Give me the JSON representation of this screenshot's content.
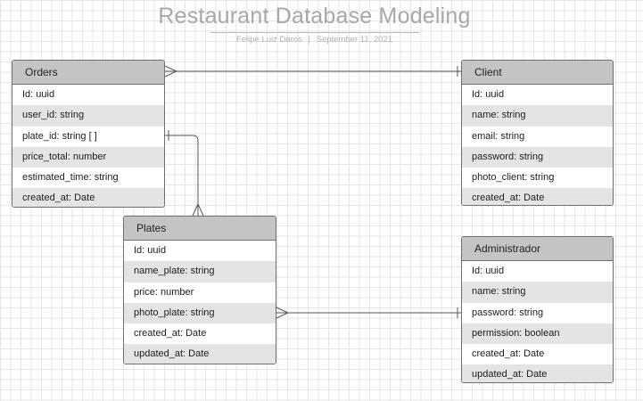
{
  "diagram": {
    "title": "Restaurant Database Modeling",
    "author": "Felipe Luiz Daros",
    "separator": "|",
    "date": "September 11, 2021"
  },
  "entities": {
    "orders": {
      "name": "Orders",
      "fields": [
        "Id: uuid",
        "user_id: string",
        "plate_id: string [ ]",
        "price_total: number",
        "estimated_time: string",
        "created_at: Date"
      ]
    },
    "client": {
      "name": "Client",
      "fields": [
        "Id: uuid",
        "name: string",
        "email: string",
        "password: string",
        "photo_client: string",
        "created_at: Date"
      ]
    },
    "plates": {
      "name": "Plates",
      "fields": [
        "Id: uuid",
        "name_plate: string",
        "price: number",
        "photo_plate: string",
        "created_at: Date",
        "updated_at: Date"
      ]
    },
    "administrador": {
      "name": "Administrador",
      "fields": [
        "Id: uuid",
        "name: string",
        "password: string",
        "permission: boolean",
        "created_at: Date",
        "updated_at: Date"
      ]
    }
  },
  "relationships": [
    {
      "from": "orders",
      "to": "client",
      "from_end": "many",
      "to_end": "one"
    },
    {
      "from": "orders",
      "to": "plates",
      "from_end": "one",
      "to_end": "many"
    },
    {
      "from": "plates",
      "to": "administrador",
      "from_end": "many",
      "to_end": "one"
    }
  ],
  "colors": {
    "header": "#c4c4c4",
    "stripe": "#e4e4e4",
    "border": "#6f6f6f",
    "title": "#a8a8a8",
    "connector": "#555555"
  }
}
